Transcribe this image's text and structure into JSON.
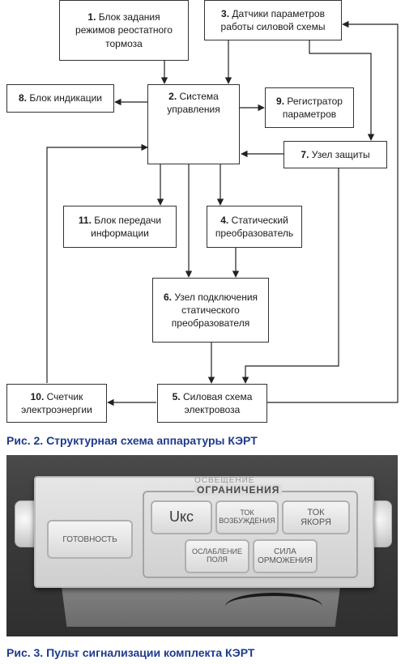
{
  "diagram": {
    "blocks": [
      {
        "id": "b1",
        "num": "1.",
        "text": "Блок задания\nрежимов реостатного\nтормоза"
      },
      {
        "id": "b3",
        "num": "3.",
        "text": "Датчики параметров\nработы силовой схемы"
      },
      {
        "id": "b8",
        "num": "8.",
        "text": "Блок индикации"
      },
      {
        "id": "b2",
        "num": "2.",
        "text": "Система\nуправления"
      },
      {
        "id": "b9",
        "num": "9.",
        "text": "Регистратор\nпараметров"
      },
      {
        "id": "b7",
        "num": "7.",
        "text": "Узел защиты"
      },
      {
        "id": "b11",
        "num": "11.",
        "text": "Блок передачи\nинформации"
      },
      {
        "id": "b4",
        "num": "4.",
        "text": "Статический\nпреобразователь"
      },
      {
        "id": "b6",
        "num": "6.",
        "text": "Узел подключения\nстатического\nпреобразователя"
      },
      {
        "id": "b10",
        "num": "10.",
        "text": "Счетчик\nэлектроэнергии"
      },
      {
        "id": "b5",
        "num": "5.",
        "text": "Силовая схема\nэлектровоза"
      }
    ]
  },
  "captions": {
    "fig2": "Рис. 2. Структурная схема аппаратуры КЭРТ",
    "fig3": "Рис. 3. Пульт сигнализации комплекта КЭРТ"
  },
  "panel": {
    "ghost_text": "ОСВЕЩЕНИЕ",
    "group_title": "ОГРАНИЧЕНИЯ",
    "lamps": {
      "ready": "ГОТОВНОСТЬ",
      "ukc": "Uкс",
      "excitation": "ТОК\nВОЗБУЖДЕНИЯ",
      "armature": "ТОК\nЯКОРЯ",
      "field": "ОСЛАБЛЕНИЕ\nПОЛЯ",
      "braking": "СИЛА\nОРМОЖЕНИЯ"
    }
  }
}
